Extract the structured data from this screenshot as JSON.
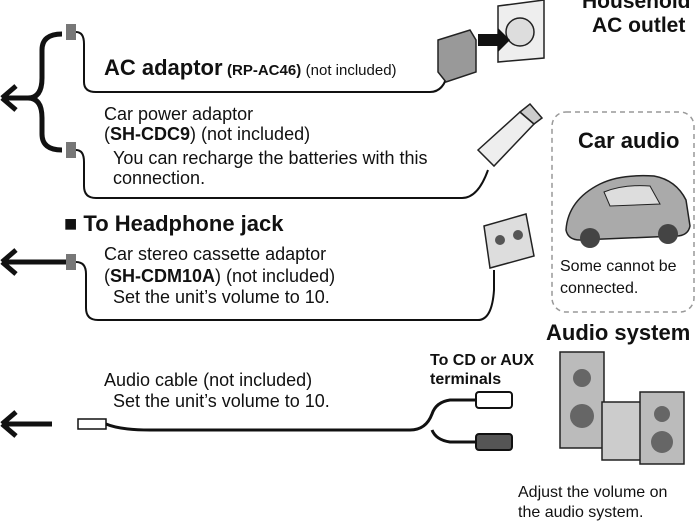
{
  "outlet": {
    "line1": "Household",
    "line2": "AC outlet"
  },
  "ac": {
    "main": "AC adaptor",
    "model": "(RP-AC46)",
    "note": "(not included)"
  },
  "car_power": {
    "line1": "Car power adaptor",
    "model": "SH-CDC9",
    "note": "(not included)",
    "line3": "You can recharge the batteries with this",
    "line4": "connection."
  },
  "car_audio": {
    "title": "Car audio",
    "note1": "Some cannot be",
    "note2": "connected."
  },
  "headphone": {
    "heading": "To Headphone jack"
  },
  "cassette": {
    "line1": "Car stereo cassette adaptor",
    "model": "SH-CDM10A",
    "note": "(not included)",
    "line3": "Set the unit’s volume to 10."
  },
  "audio_system": {
    "title": "Audio system",
    "note1": "Adjust the volume on",
    "note2": "the audio system."
  },
  "cable": {
    "line1": "Audio cable (not included)",
    "line2": "Set the unit’s volume to 10."
  },
  "terminals": {
    "line1": "To CD or AUX",
    "line2": "terminals"
  }
}
